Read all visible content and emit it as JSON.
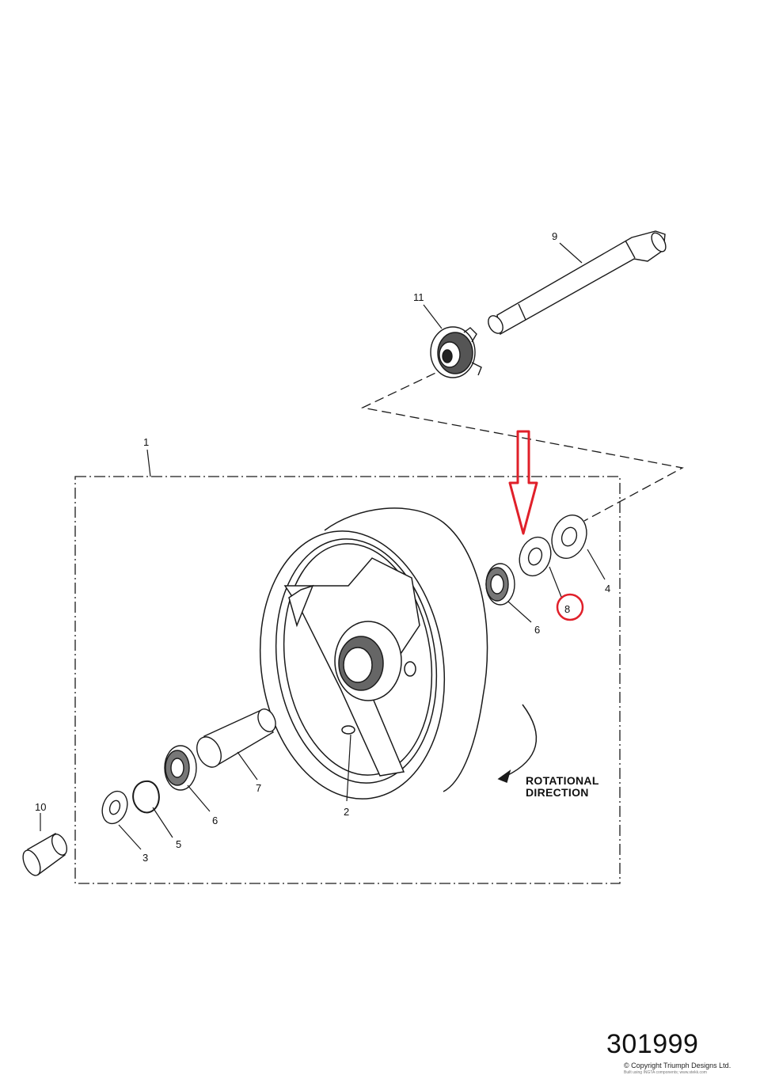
{
  "callouts": {
    "c1": "1",
    "c2": "2",
    "c3": "3",
    "c4": "4",
    "c5": "5",
    "c6a": "6",
    "c6b": "6",
    "c7": "7",
    "c8": "8",
    "c9": "9",
    "c10": "10",
    "c11": "11"
  },
  "rotation_note": {
    "line1": "ROTATIONAL",
    "line2": "DIRECTION"
  },
  "diagram_number": "301999",
  "copyright": "© Copyright Triumph Designs Ltd.",
  "credit": "Built using INGTA components; www.stekk.com",
  "highlight_color": "#e0202a",
  "line_color": "#1a1a1a"
}
